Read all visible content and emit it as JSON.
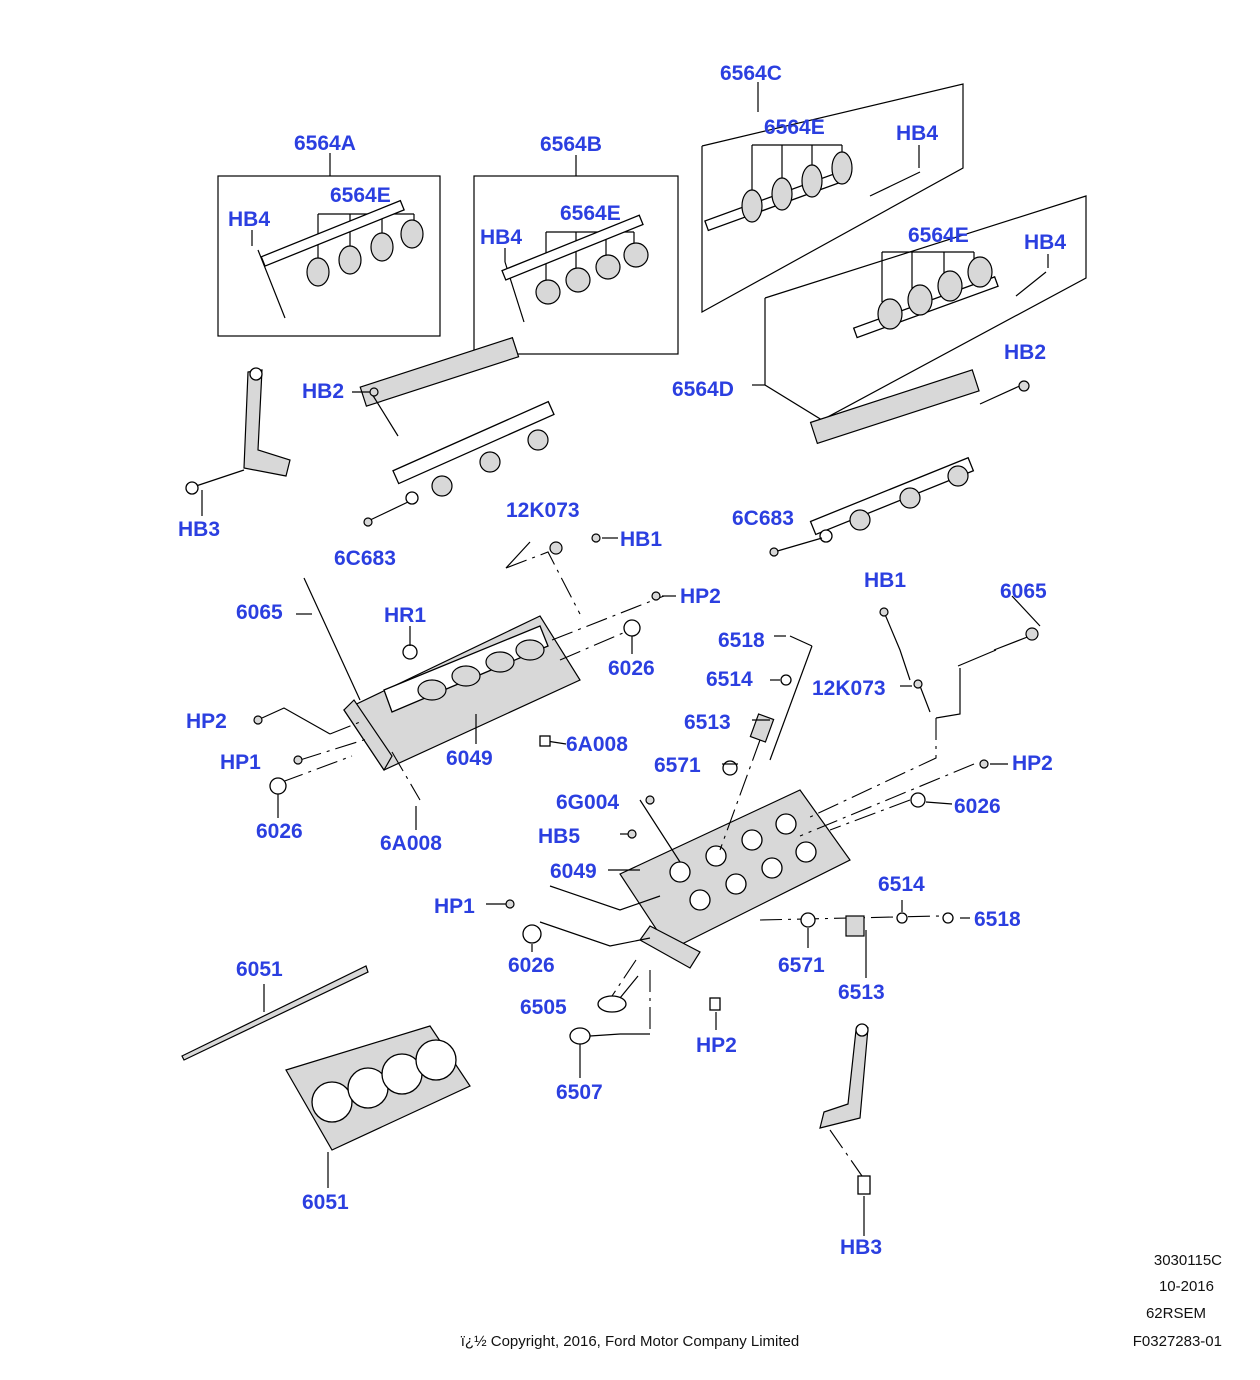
{
  "colors": {
    "callout": "#2b3fe0",
    "line": "#000000",
    "background": "#ffffff"
  },
  "callouts": [
    {
      "label": "6564A"
    },
    {
      "label": "6564E"
    },
    {
      "label": "HB4"
    },
    {
      "label": "6564B"
    },
    {
      "label": "6564E"
    },
    {
      "label": "HB4"
    },
    {
      "label": "6564C"
    },
    {
      "label": "6564E"
    },
    {
      "label": "HB4"
    },
    {
      "label": "6564E"
    },
    {
      "label": "HB4"
    },
    {
      "label": "6564D"
    },
    {
      "label": "HB2"
    },
    {
      "label": "HB2"
    },
    {
      "label": "HB3"
    },
    {
      "label": "6C683"
    },
    {
      "label": "12K073"
    },
    {
      "label": "HB1"
    },
    {
      "label": "6C683"
    },
    {
      "label": "6065"
    },
    {
      "label": "HR1"
    },
    {
      "label": "HP2"
    },
    {
      "label": "6026"
    },
    {
      "label": "HB1"
    },
    {
      "label": "6065"
    },
    {
      "label": "6518"
    },
    {
      "label": "6514"
    },
    {
      "label": "12K073"
    },
    {
      "label": "6513"
    },
    {
      "label": "HP2"
    },
    {
      "label": "6049"
    },
    {
      "label": "6A008"
    },
    {
      "label": "6571"
    },
    {
      "label": "HP1"
    },
    {
      "label": "HP2"
    },
    {
      "label": "6026"
    },
    {
      "label": "6026"
    },
    {
      "label": "6A008"
    },
    {
      "label": "6G004"
    },
    {
      "label": "HB5"
    },
    {
      "label": "6049"
    },
    {
      "label": "6514"
    },
    {
      "label": "HP1"
    },
    {
      "label": "6518"
    },
    {
      "label": "6026"
    },
    {
      "label": "6571"
    },
    {
      "label": "6051"
    },
    {
      "label": "6513"
    },
    {
      "label": "6505"
    },
    {
      "label": "HP2"
    },
    {
      "label": "6507"
    },
    {
      "label": "6051"
    },
    {
      "label": "HB3"
    }
  ],
  "meta": {
    "illustration_id": "3030115C",
    "date": "10-2016",
    "code": "62RSEM",
    "figure_ref": "F0327283-01",
    "copyright": "ï¿½ Copyright, 2016, Ford Motor Company Limited"
  }
}
